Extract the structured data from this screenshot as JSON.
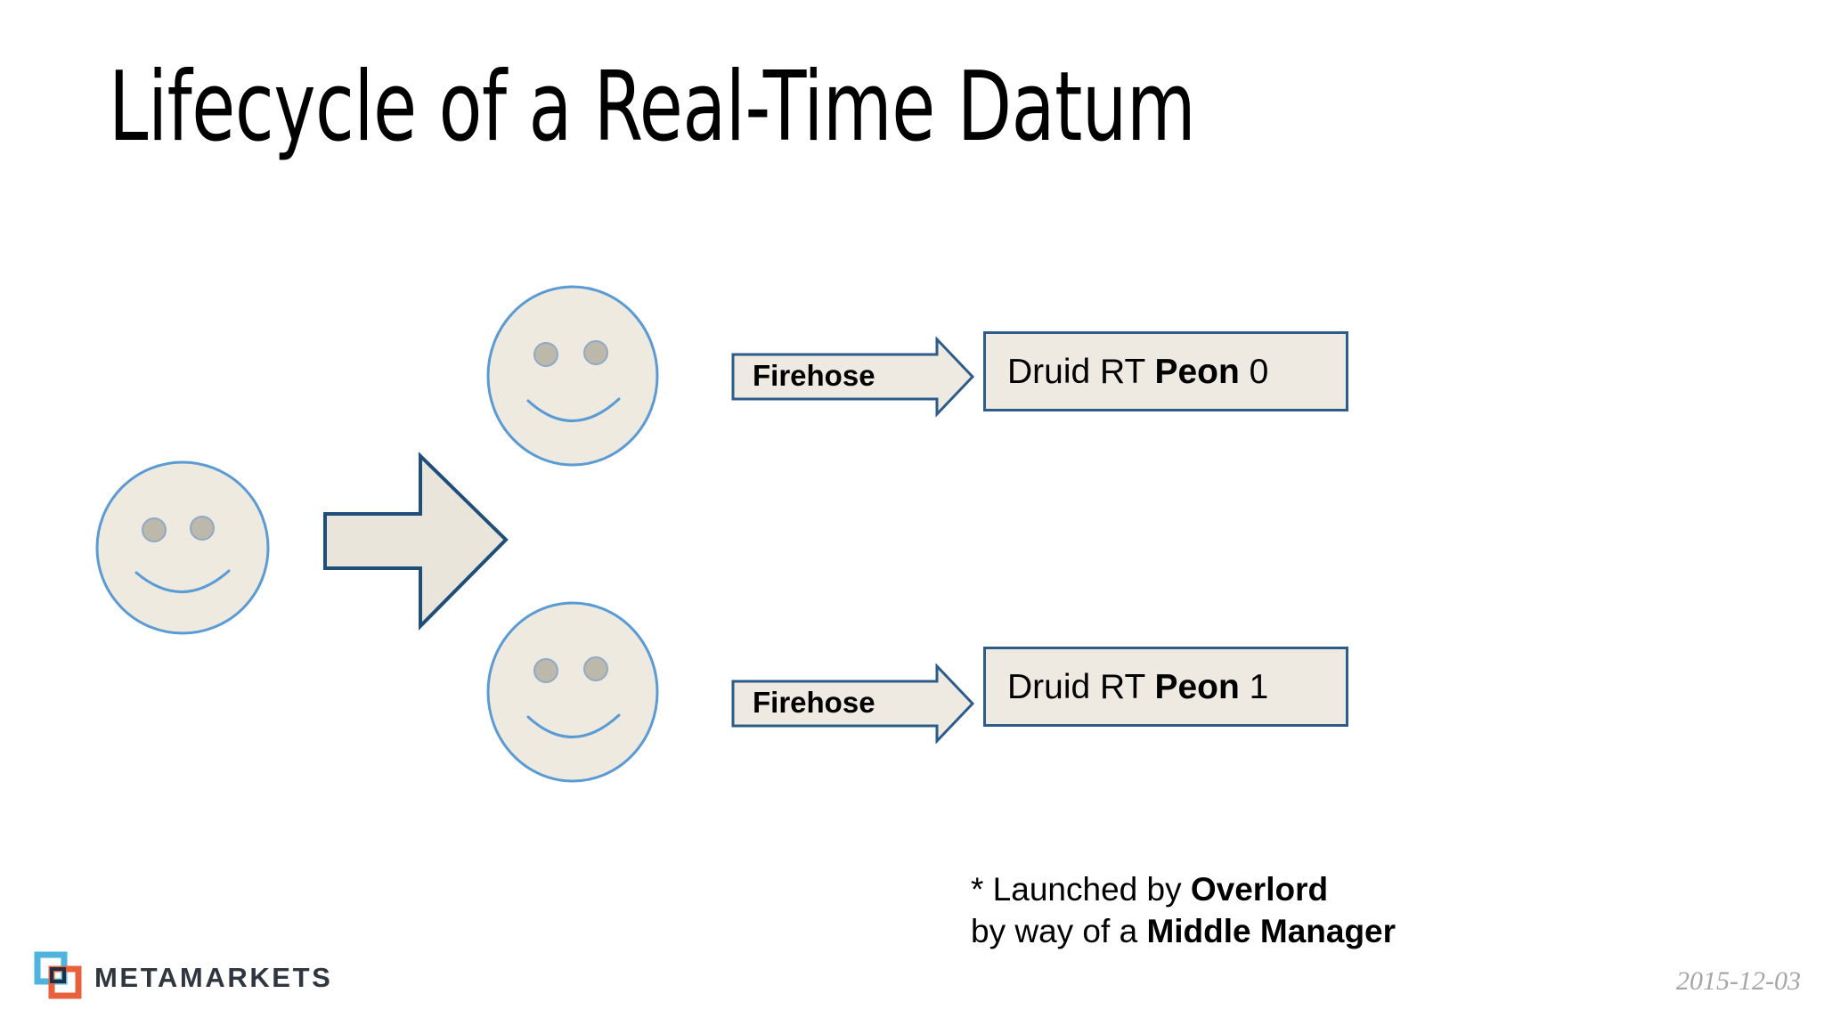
{
  "slide": {
    "title": "Lifecycle of a Real-Time Datum",
    "date": "2015-12-03",
    "background_color": "#FFFFFF"
  },
  "palette": {
    "shape_fill": "#EFEAE1",
    "shape_stroke_dark_blue": "#2E5C8A",
    "face_stroke_blue": "#5B9BD5",
    "face_fill": "#EEEAE0",
    "eye_fill": "#BDB9AA",
    "text_black": "#000000",
    "date_gray": "#A6A6A6",
    "logo_blue": "#4EB3DE",
    "logo_orange": "#E8603C",
    "logo_wordmark": "#2F3640"
  },
  "diagram": {
    "source_face": {
      "name": "datum-source-face",
      "expression": "smiley"
    },
    "split_arrow": {
      "name": "split-arrow",
      "direction": "right"
    },
    "branches": [
      {
        "face_label": "smiley",
        "connector_label": "Firehose",
        "box_prefix": "Druid RT ",
        "box_bold": "Peon",
        "box_suffix": " 0"
      },
      {
        "face_label": "smiley",
        "connector_label": "Firehose",
        "box_prefix": "Druid RT ",
        "box_bold": "Peon",
        "box_suffix": " 1"
      }
    ]
  },
  "footnote": {
    "line1_prefix": "* Launched by ",
    "line1_bold": "Overlord",
    "line2_prefix": "by way of a ",
    "line2_bold": "Middle Manager"
  },
  "logo": {
    "wordmark": "METAMARKETS",
    "mark": "overlapping-squares-icon"
  }
}
